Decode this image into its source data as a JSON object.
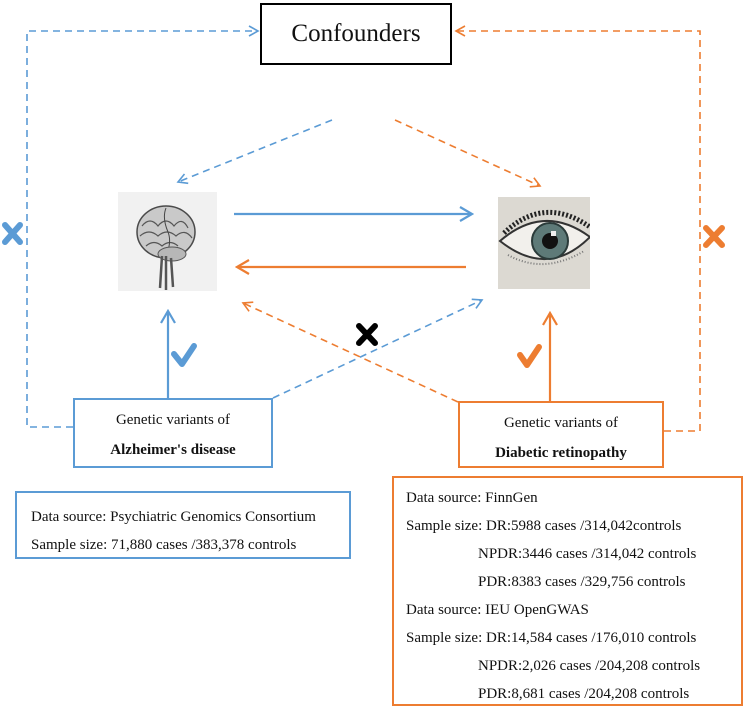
{
  "diagram": {
    "title": "Mendelian randomization design: Alzheimer's disease and Diabetic retinopathy",
    "colors": {
      "blue": "#5b9bd5",
      "orange": "#ed7d31",
      "black": "#000000"
    },
    "confounders": {
      "label": "Confounders"
    },
    "exposure_icons": {
      "brain": {
        "icon": "brain-image"
      },
      "eye": {
        "icon": "eye-image"
      }
    },
    "alzheimers": {
      "line1": "Genetic variants of",
      "line2": "Alzheimer's disease",
      "source": {
        "data_source": "Data source: Psychiatric Genomics Consortium",
        "sample_size": "Sample size: 71,880 cases /383,378 controls"
      }
    },
    "retinopathy": {
      "line1": "Genetic variants of",
      "line2": "Diabetic retinopathy",
      "source": {
        "rows": [
          "Data source: FinnGen",
          "Sample size: DR:5988 cases /314,042controls",
          "NPDR:3446 cases /314,042 controls",
          "PDR:8383 cases /329,756 controls",
          "Data source: IEU OpenGWAS",
          "Sample size: DR:14,584 cases /176,010 controls",
          "NPDR:2,026 cases /204,208 controls",
          "PDR:8,681 cases /204,208 controls"
        ]
      }
    },
    "marks": {
      "blue_left_cross": "cross-icon",
      "orange_right_cross": "cross-icon",
      "center_cross": "cross-icon",
      "blue_check": "check-icon",
      "orange_check": "check-icon"
    }
  }
}
